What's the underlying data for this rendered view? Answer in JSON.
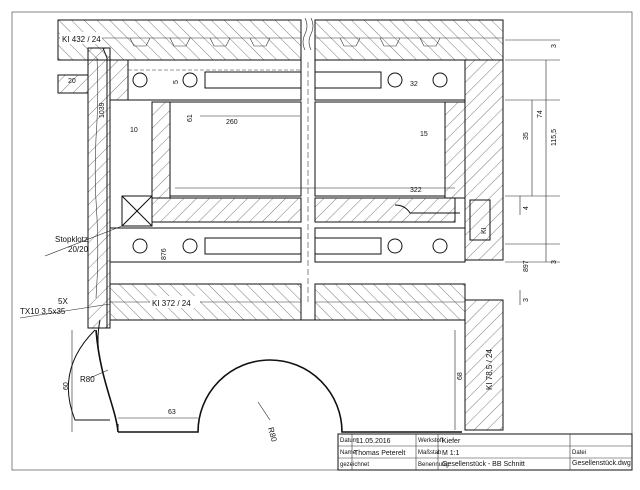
{
  "labels": {
    "top_board": "KI 432 / 24",
    "mid_board": "KI 372 / 24",
    "side_board": "KI 78,5 / 24",
    "side_small": "KI",
    "stopklotz_1": "Stopklotz",
    "stopklotz_2": "20/20",
    "screws_1": "5X",
    "screws_2": "TX10 3,5x35"
  },
  "dimensions": {
    "d20": "20",
    "d1039": "1039",
    "d10": "10",
    "d61": "61",
    "d260": "260",
    "d5": "5",
    "d32": "32",
    "d15": "15",
    "d322": "322",
    "d876": "876",
    "d897": "897",
    "d3a": "3",
    "d3b": "3",
    "d3c": "3",
    "d35": "35",
    "d74": "74",
    "d115": "115,5",
    "d4": "4",
    "d60": "60",
    "dR80a": "R80",
    "d63": "63",
    "dR80b": "R80",
    "d68": "68"
  },
  "title_block": {
    "datum_label": "Datum",
    "datum": "11.05.2016",
    "name_label": "Name",
    "name": "Thomas Peterelt",
    "geprueft_label": "gezeichnet",
    "werkstoff_label": "Werkstoff",
    "werkstoff": "Kiefer",
    "massstab_label": "Maßstab",
    "massstab": "M 1:1",
    "benennung_label": "Benennung",
    "benennung": "Gesellenstück - BB Schnitt",
    "datei_label": "Datei",
    "datei": "Gesellenstück.dwg"
  }
}
